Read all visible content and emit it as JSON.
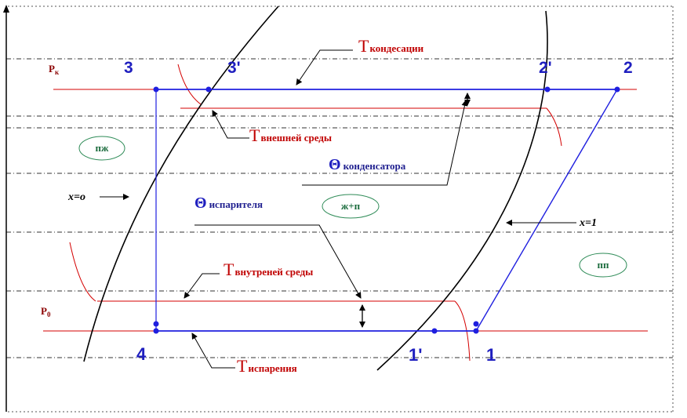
{
  "colors": {
    "cycle": "#1f1fdf",
    "isotherm": "#d40000",
    "saturation": "#000000",
    "grid": "#333333",
    "region_border": "#2e8b57",
    "region_text": "#1a6b3c"
  },
  "pressure_labels": {
    "pk": {
      "main": "P",
      "sub": "к"
    },
    "p0": {
      "main": "P",
      "sub": "0"
    }
  },
  "points": {
    "p1": "1",
    "p1prime": "1'",
    "p2": "2",
    "p2prime": "2'",
    "p3": "3",
    "p3prime": "3'",
    "p4": "4"
  },
  "temperature_labels": {
    "condensation": {
      "main": "Т",
      "sub": "кондесации"
    },
    "outer_medium": {
      "main": "Т",
      "sub": "внешней среды"
    },
    "inner_medium": {
      "main": "Т",
      "sub": "внутреней среды"
    },
    "evaporation": {
      "main": "Т",
      "sub": "испарения"
    }
  },
  "theta_labels": {
    "condenser": {
      "main": "Θ",
      "sub": "конденсатора"
    },
    "evaporator": {
      "main": "Θ",
      "sub": "испарителя"
    }
  },
  "saturation_labels": {
    "liquid": "x=o",
    "vapor": "x=1"
  },
  "regions": {
    "liquid": "пж",
    "wet": "ж+п",
    "vapor": "пп"
  }
}
